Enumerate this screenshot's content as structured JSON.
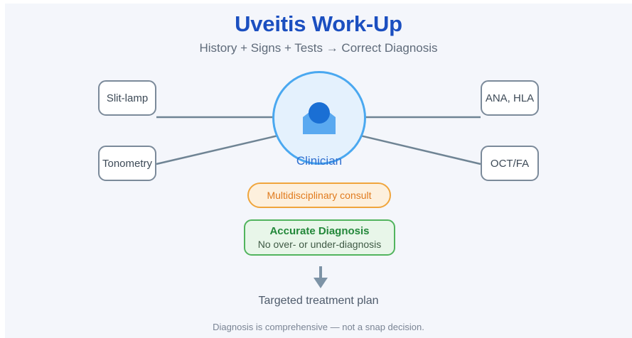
{
  "header": {
    "title": "Uveitis Work-Up",
    "subtitle": "History + Signs + Tests → Correct Diagnosis",
    "title_color": "#1b4fc0",
    "subtitle_color": "#5f6b7a"
  },
  "center": {
    "label": "Clinician",
    "icon": "clinician-avatar-icon",
    "circle_fill": "#e4f1fd",
    "circle_border": "#4aa8f0",
    "avatar_head_color": "#1a6fd4",
    "avatar_body_color": "#5aa9f0",
    "label_color": "#2f6fd0"
  },
  "tests": [
    {
      "id": "slit-lamp",
      "label": "Slit-lamp",
      "side": "left",
      "connector": "straight"
    },
    {
      "id": "tonometry",
      "label": "Tonometry",
      "side": "left",
      "connector": "diagonal"
    },
    {
      "id": "ana-hla",
      "label": "ANA, HLA",
      "side": "right",
      "connector": "straight"
    },
    {
      "id": "oct-fa",
      "label": "OCT/FA",
      "side": "right",
      "connector": "diagonal"
    }
  ],
  "consult": {
    "label": "Multidisciplinary consult",
    "fill": "#fdf0dd",
    "border": "#f0a53c",
    "text_color": "#e07b1e"
  },
  "diagnosis": {
    "title": "Accurate Diagnosis",
    "subtitle": "No over- or under-diagnosis",
    "fill": "#e8f6e9",
    "border": "#52b45e",
    "title_color": "#23883a",
    "subtitle_color": "#3f5a45"
  },
  "outcome": {
    "arrow_icon": "arrow-down-icon",
    "arrow_color": "#7d93a6",
    "label": "Targeted treatment plan",
    "label_color": "#4e5b6b"
  },
  "footer": {
    "note": "Diagnosis is comprehensive — not a snap decision.",
    "color": "#7a8494"
  },
  "canvas": {
    "background": "#f4f6fb",
    "connector_color": "#6f8494"
  }
}
